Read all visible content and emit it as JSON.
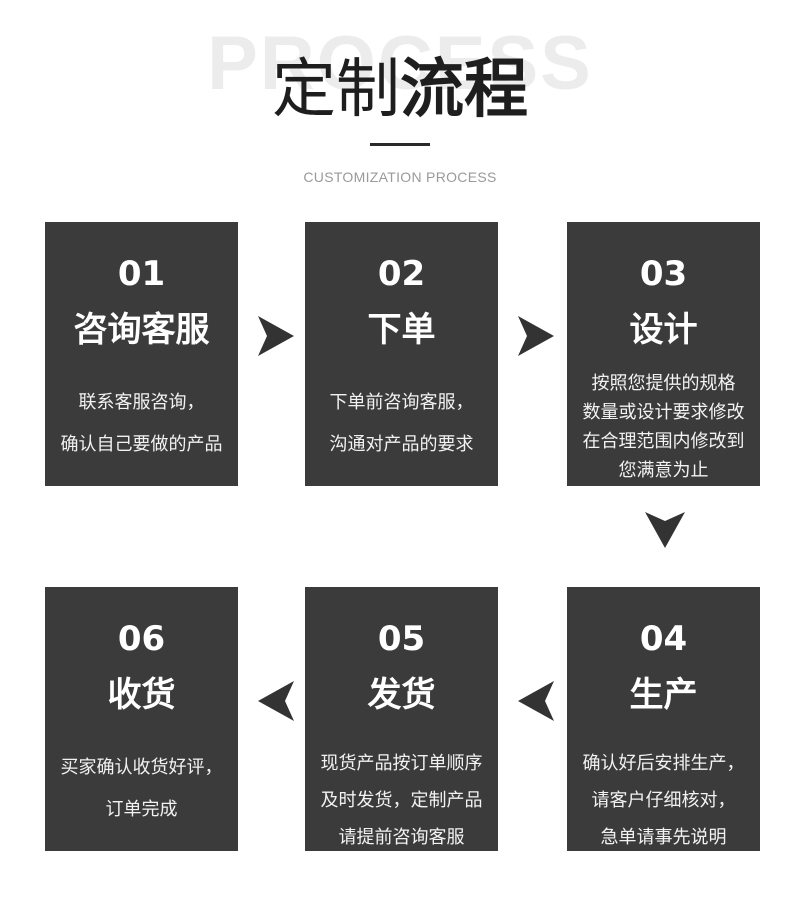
{
  "header": {
    "watermark": "PROCESS",
    "title_light": "定制",
    "title_bold": "流程",
    "subtitle": "CUSTOMIZATION PROCESS"
  },
  "steps": [
    {
      "num": "01",
      "name": "咨询客服",
      "lines": [
        "联系客服咨询，",
        "确认自己要做的产品"
      ]
    },
    {
      "num": "02",
      "name": "下单",
      "lines": [
        "下单前咨询客服，",
        "沟通对产品的要求"
      ]
    },
    {
      "num": "03",
      "name": "设计",
      "lines": [
        "按照您提供的规格",
        "数量或设计要求修改",
        "在合理范围内修改到",
        "您满意为止"
      ]
    },
    {
      "num": "04",
      "name": "生产",
      "lines": [
        "确认好后安排生产，",
        "请客户仔细核对，",
        "急单请事先说明"
      ]
    },
    {
      "num": "05",
      "name": "发货",
      "lines": [
        "现货产品按订单顺序",
        "及时发货，定制产品",
        "请提前咨询客服"
      ]
    },
    {
      "num": "06",
      "name": "收货",
      "lines": [
        "买家确认收货好评，",
        "订单完成"
      ]
    }
  ],
  "colors": {
    "card": "#3b3b3b",
    "arrow": "#333333",
    "text": "#ffffff"
  },
  "icons": {
    "flow_arrow": "triangle-arrow-icon"
  }
}
